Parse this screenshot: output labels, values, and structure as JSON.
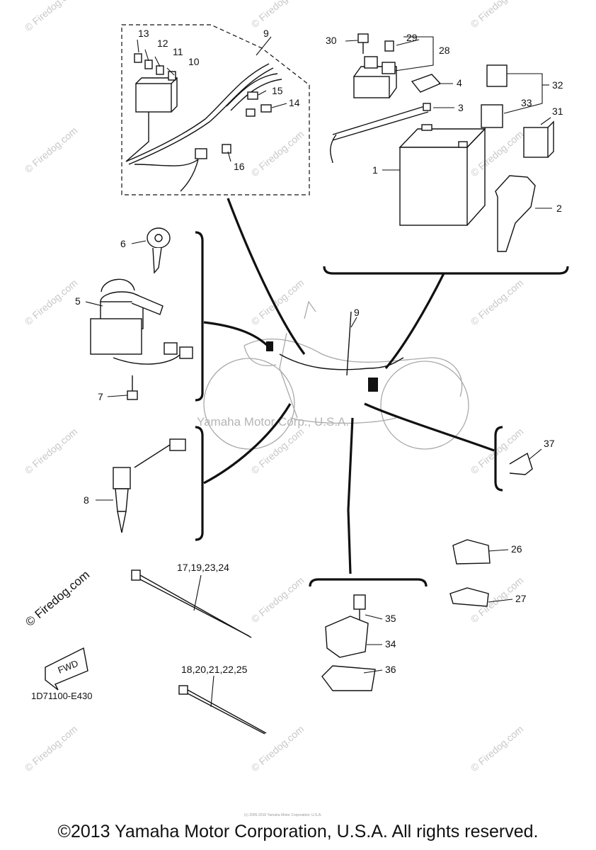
{
  "footer": {
    "copyright": "©2013 Yamaha Motor Corporation, U.S.A. All rights reserved."
  },
  "diagram_code": "1D71100-E430",
  "center_watermark": "Yamaha Motor Corp., U.S.A.",
  "watermark_text": "© Firedog.com",
  "fwd_label": "FWD",
  "callouts": {
    "c1": "1",
    "c2": "2",
    "c3": "3",
    "c4": "4",
    "c5": "5",
    "c6": "6",
    "c7": "7",
    "c8": "8",
    "c9a": "9",
    "c9b": "9",
    "c10": "10",
    "c11": "11",
    "c12": "12",
    "c13": "13",
    "c14": "14",
    "c15": "15",
    "c16": "16",
    "c26": "26",
    "c27": "27",
    "c28": "28",
    "c29": "29",
    "c30": "30",
    "c31": "31",
    "c32": "32",
    "c33": "33",
    "c34": "34",
    "c35": "35",
    "c36": "36",
    "c37": "37",
    "ties_a": "17,19,23,24",
    "ties_b": "18,20,21,22,25"
  }
}
